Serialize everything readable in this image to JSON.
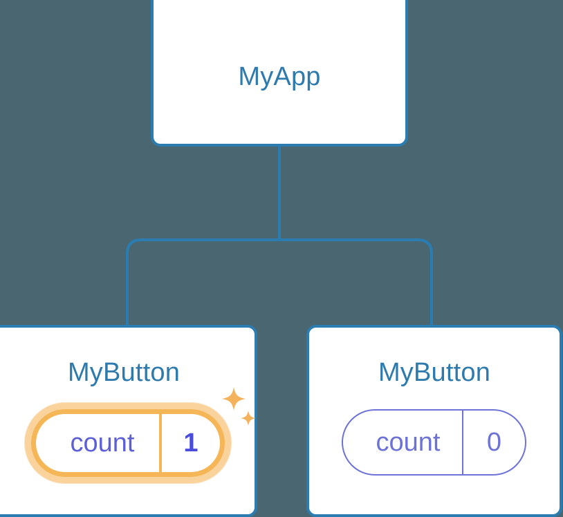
{
  "diagram": {
    "background_color": "#4a6771",
    "connector_color": "#2b7cb0",
    "title_color": "#2e7aac",
    "accent_highlight_color": "#f5b657",
    "prop_color": "#6d72d6",
    "prop_highlight_color": "#4a4ddb"
  },
  "root": {
    "label": "MyApp"
  },
  "children": [
    {
      "label": "MyButton",
      "highlighted": true,
      "prop": {
        "key": "count",
        "value": "1"
      },
      "sparkle_large": "sparkle-icon",
      "sparkle_small": "sparkle-icon"
    },
    {
      "label": "MyButton",
      "highlighted": false,
      "prop": {
        "key": "count",
        "value": "0"
      }
    }
  ]
}
